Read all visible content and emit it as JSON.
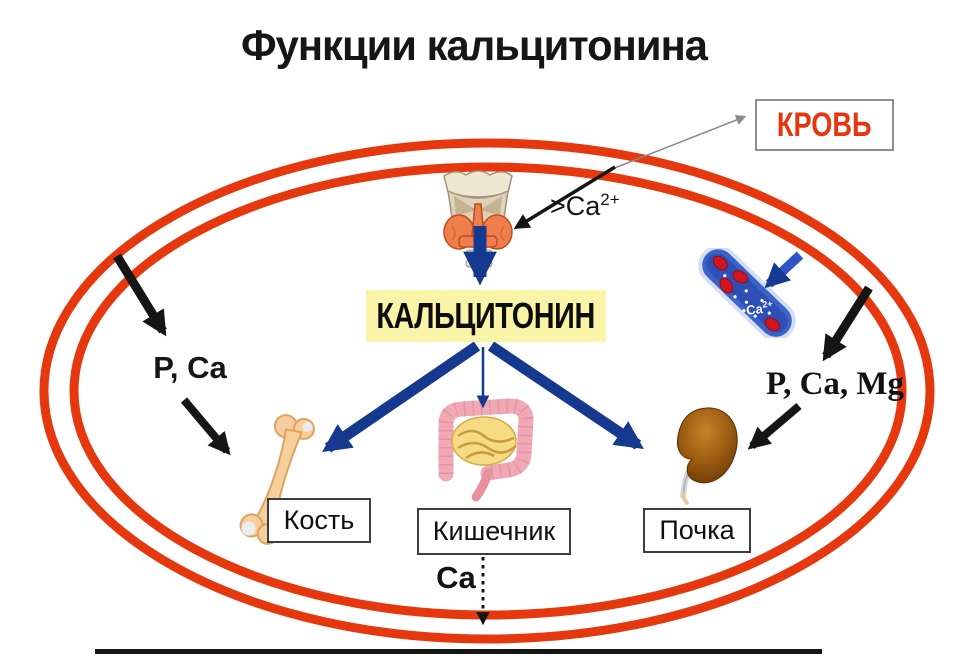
{
  "title": "Функции кальцитонина",
  "blood_box": {
    "label": "КРОВЬ"
  },
  "stimulus": {
    "base": ">Ca",
    "sup": "2+"
  },
  "hormone_label": "КАЛЬЦИТОНИН",
  "left_ions": "P, Ca",
  "right_ions": "P, Ca, Mg",
  "organs": {
    "bone": "Кость",
    "intestine": "Кишечник",
    "kidney": "Почка"
  },
  "excretion_label": "Ca",
  "vessel": {
    "ca_base": "Ca",
    "ca_sup": "2+"
  },
  "colors": {
    "ring_red": "#e6380e",
    "arrow_blue": "#15398f",
    "hormone_bg": "#f9f4a8",
    "blood_text": "#e6350f",
    "vessel_blue": "#3c62c8"
  }
}
